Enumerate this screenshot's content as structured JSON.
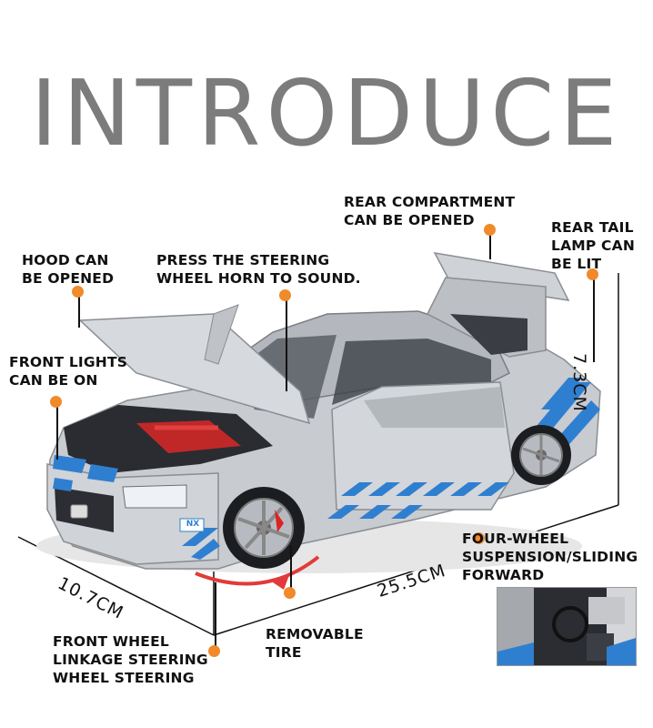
{
  "title": "INTRODUCE",
  "labels": {
    "rear_compartment": [
      "REAR COMPARTMENT",
      "CAN BE OPENED"
    ],
    "rear_tail_lamp": [
      "REAR TAIL",
      "LAMP CAN",
      "BE LIT"
    ],
    "hood": [
      "HOOD CAN",
      "BE OPENED"
    ],
    "steering_horn": [
      "PRESS THE STEERING",
      "WHEEL HORN TO SOUND."
    ],
    "front_lights": [
      "FRONT LIGHTS",
      "CAN BE ON"
    ],
    "four_wheel": [
      "FOUR-WHEEL",
      "SUSPENSION/SLIDING",
      "FORWARD"
    ],
    "front_wheel": [
      "FRONT WHEEL",
      "LINKAGE STEERING",
      "WHEEL STEERING"
    ],
    "removable_tire": [
      "REMOVABLE",
      "TIRE"
    ]
  },
  "dimensions": {
    "height": "7.3CM",
    "length": "25.5CM",
    "width": "10.7CM"
  },
  "colors": {
    "title": "#7c7c7c",
    "accent_dot": "#f08a2a",
    "car_body": "#c8cbd0",
    "car_stripe": "#2f7fd0"
  },
  "badges": {
    "nx": "NX"
  }
}
